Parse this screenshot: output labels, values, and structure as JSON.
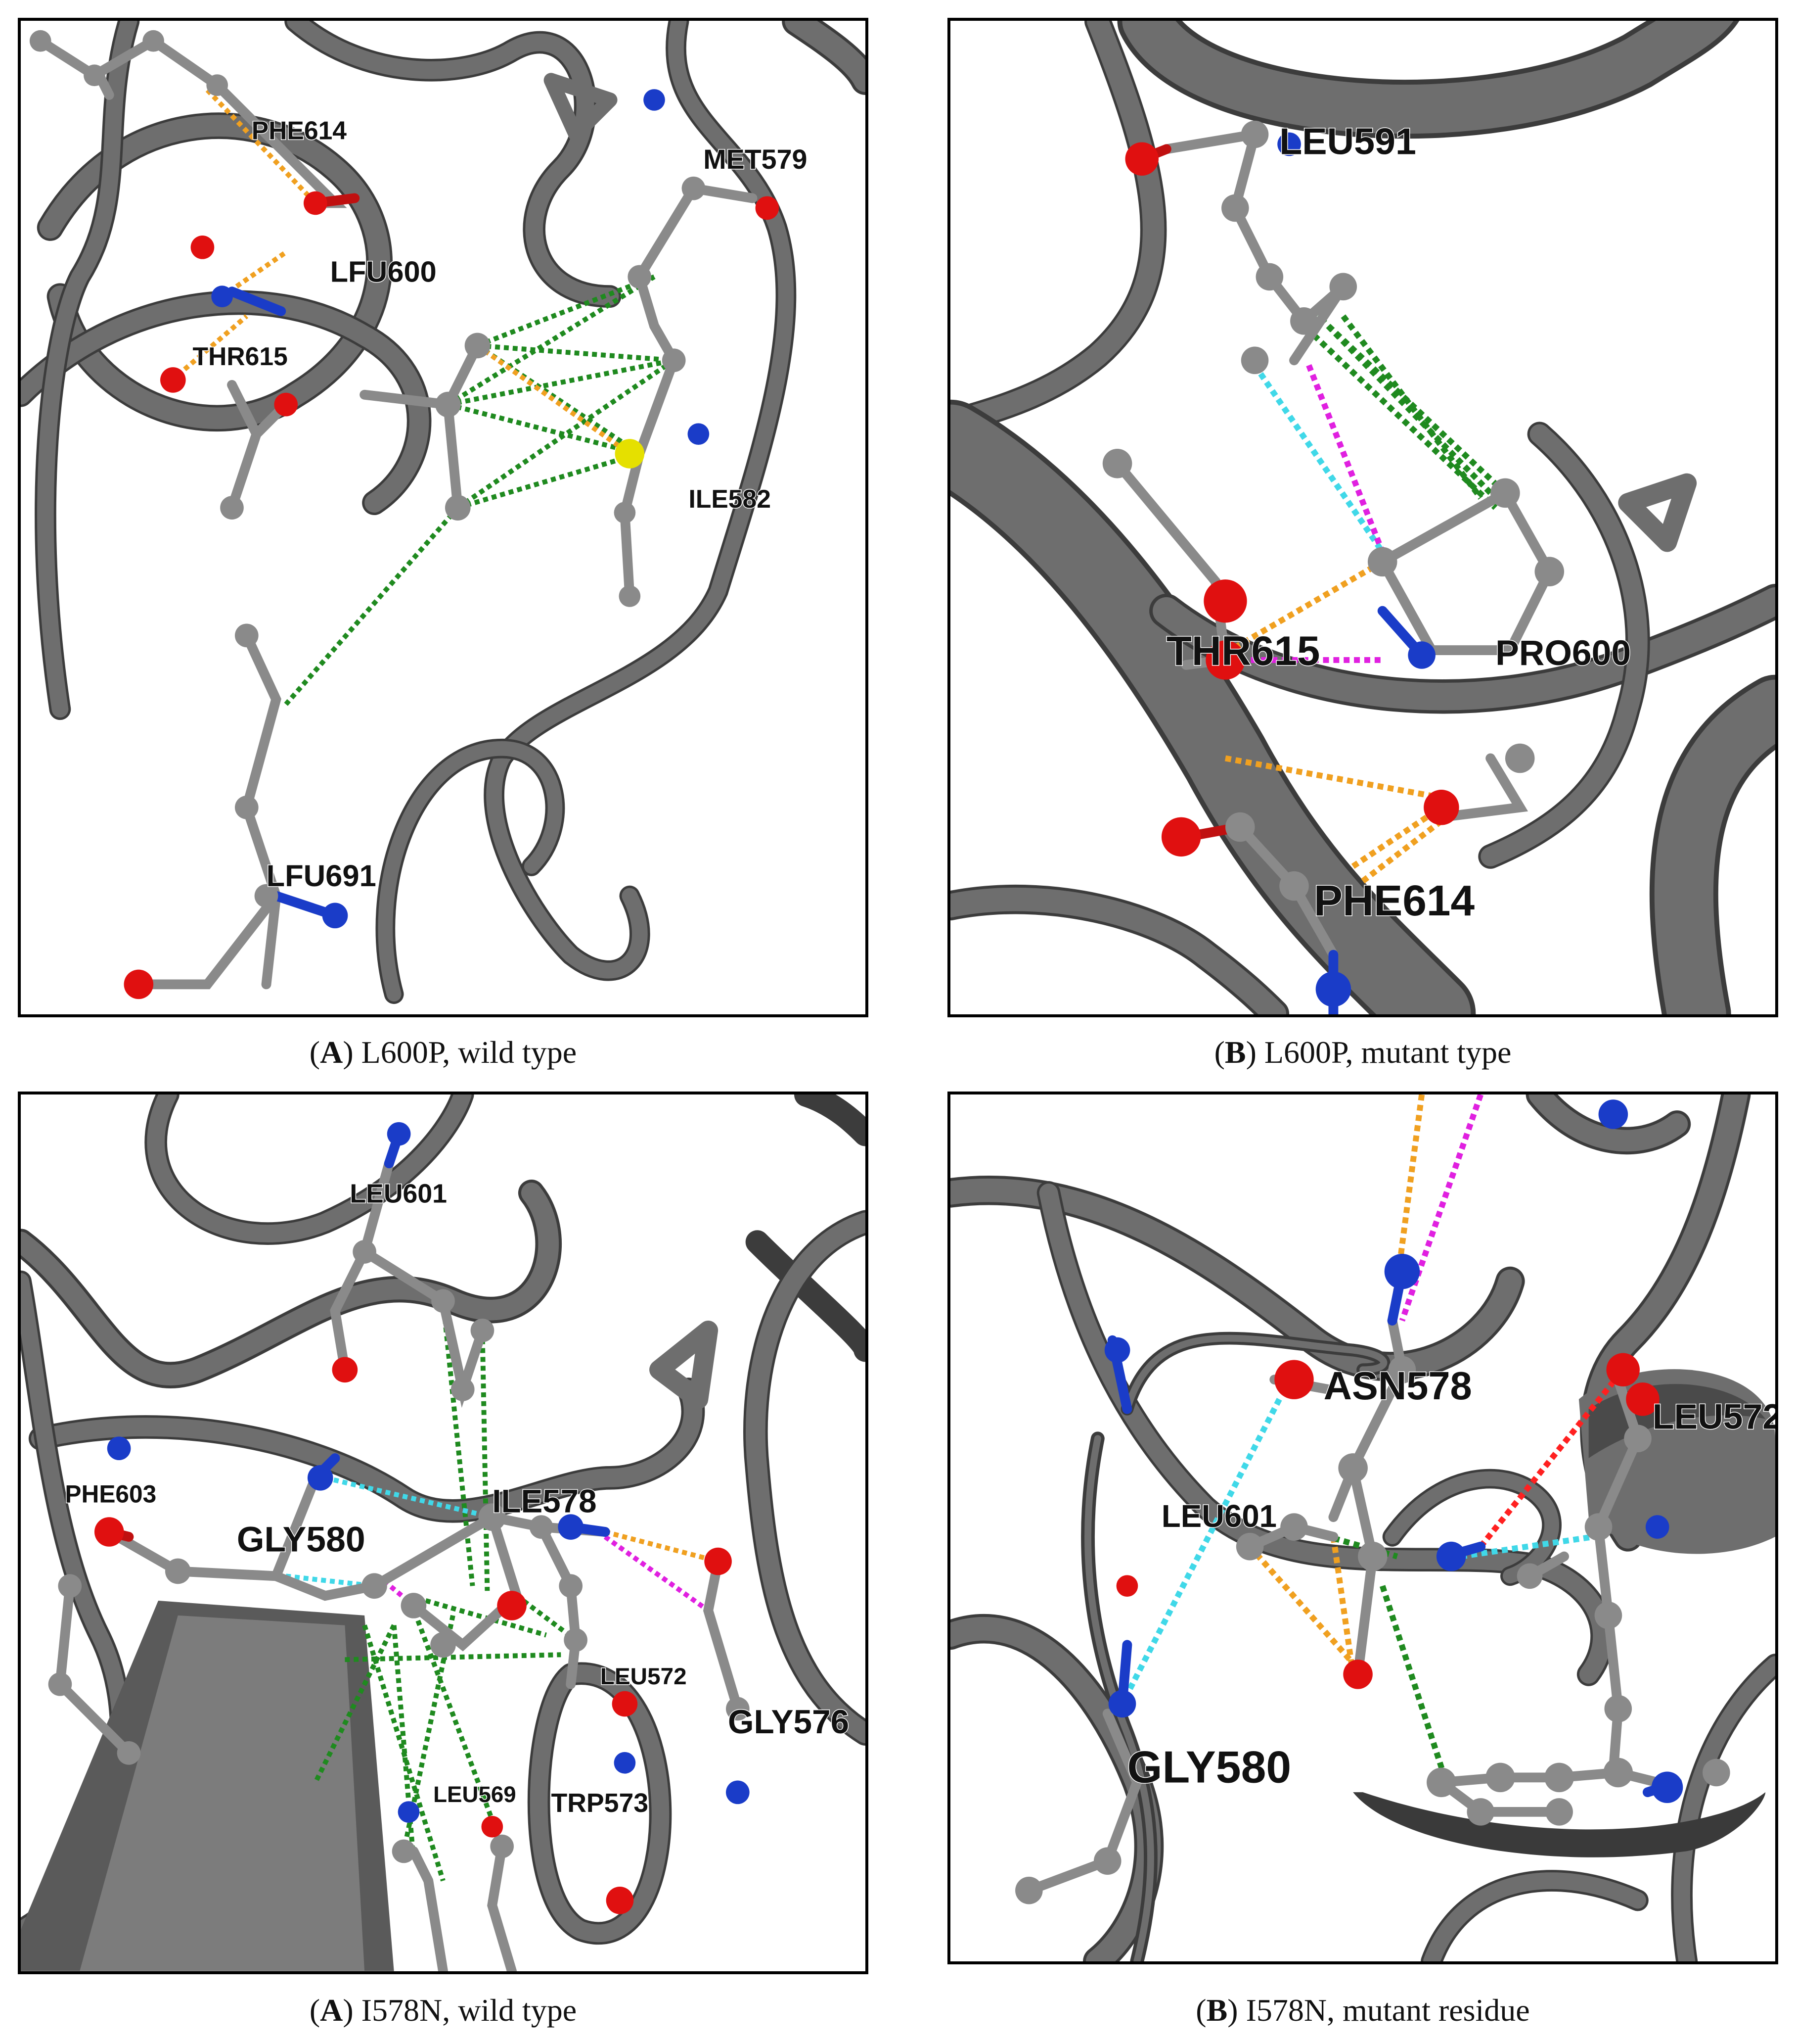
{
  "colors": {
    "ribbon": "#6e6e6e",
    "carbon": "#8a8a8a",
    "oxygen": "#e01010",
    "nitrogen": "#1a3cc8",
    "sulfur": "#e5e000",
    "alkyl_interaction": "#1f8a1f",
    "hydrogen_bond_orange": "#f0a020",
    "hydrogen_bond_cyan": "#40d8e8",
    "carbon_hydrogen_bond": "#e020e0",
    "unfavorable": "#ff2020"
  },
  "panels": [
    {
      "caption_letter": "A",
      "caption_text": ") L600P, wild type",
      "labels": [
        "PHE614",
        "MET579",
        "LFU600",
        "THR615",
        "ILE582",
        "LFU691"
      ]
    },
    {
      "caption_letter": "B",
      "caption_text": ") L600P, mutant type",
      "labels": [
        "LEU591",
        "THR615",
        "PRO600",
        "PHE614"
      ]
    },
    {
      "caption_letter": "A",
      "caption_text": ") I578N, wild type",
      "labels": [
        "LEU601",
        "PHE603",
        "GLY580",
        "ILE578",
        "LEU572",
        "GLY576",
        "LEU569",
        "TRP573"
      ]
    },
    {
      "caption_letter": "B",
      "caption_text": ") I578N, mutant residue",
      "labels": [
        "ASN578",
        "LEU572",
        "LEU601",
        "GLY580"
      ]
    }
  ]
}
